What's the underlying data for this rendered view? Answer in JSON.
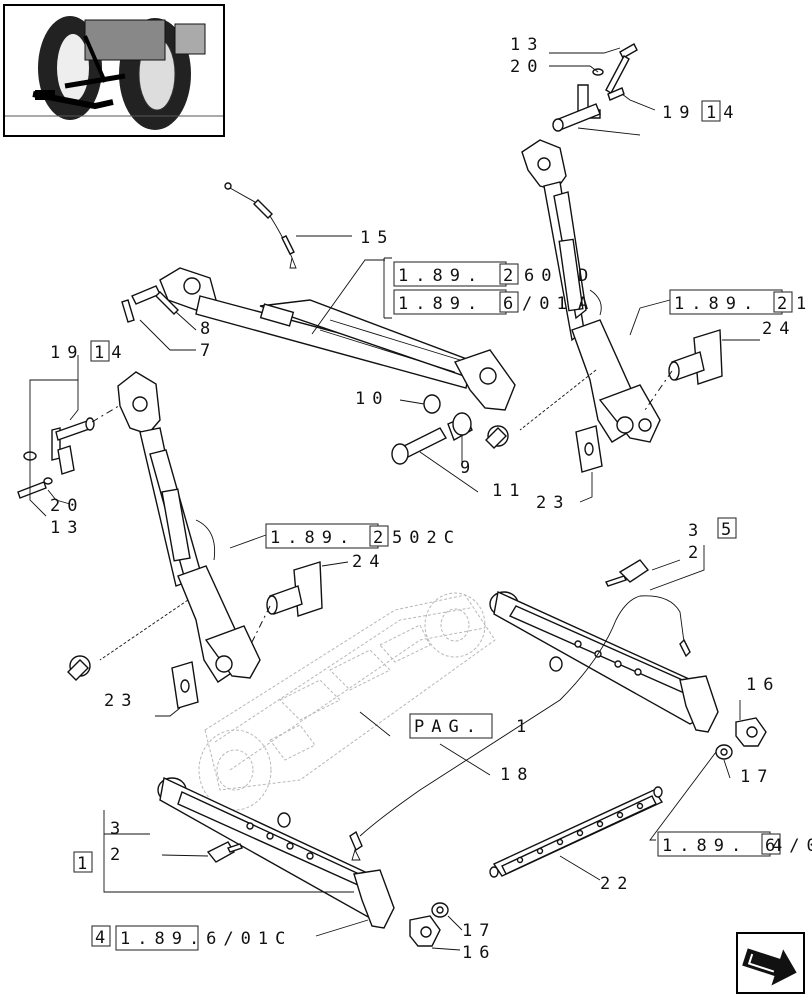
{
  "callouts": {
    "c13_top": "13",
    "c20_top": "20",
    "c19_top": "19",
    "c14_top": "14",
    "c15": "15",
    "c8": "8",
    "c7": "7",
    "ref_a1": "1.89.",
    "ref_a2": "2",
    "ref_a3": "60",
    "ref_a4": "D",
    "ref_b1": "1.89.",
    "ref_b2": "6",
    "ref_b3": "/01",
    "ref_b4": "A",
    "ref_c1": "1.89.",
    "ref_c2": "2",
    "ref_c3": "1",
    "c24_right": "24",
    "c10": "10",
    "c9": "9",
    "c11": "11",
    "c23_right": "23",
    "c19_left": "19",
    "c14_left": "14",
    "c20_left": "20",
    "c13_left": "13",
    "ref_d1": "1.89.",
    "ref_d2": "2",
    "ref_d3": "502C",
    "c24_left": "24",
    "c23_left": "23",
    "c3_right": "3",
    "c5": "5",
    "c2_right": "2",
    "pag": "PAG.",
    "pag_num": "1",
    "c16_right": "16",
    "c17_right": "17",
    "c18": "18",
    "ref_e1": "1.89.",
    "ref_e2": "6",
    "ref_e3": "4/0",
    "c22": "22",
    "c3_left": "3",
    "c1": "1",
    "c2_left": "2",
    "c4": "4",
    "ref_f1": "1.89.6/01C",
    "c17_bottom": "17",
    "c16_bottom": "16"
  }
}
